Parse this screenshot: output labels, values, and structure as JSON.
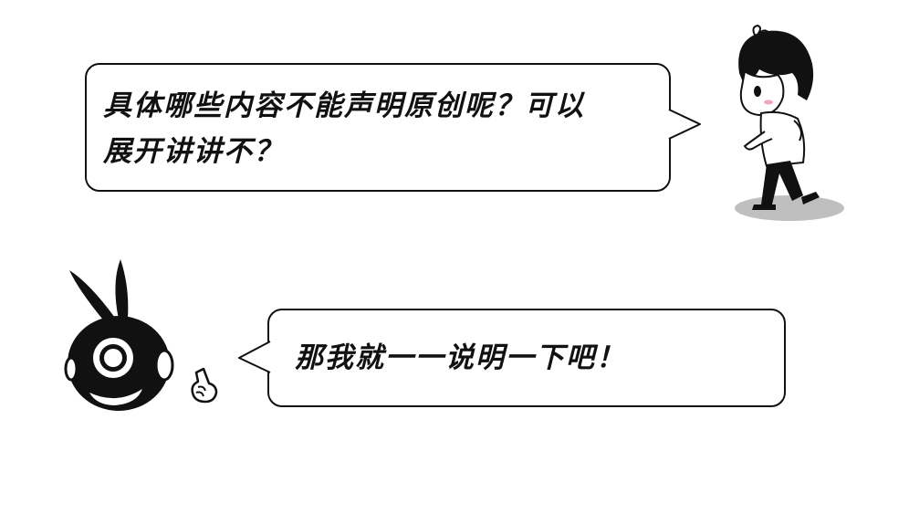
{
  "dialog": {
    "question": {
      "speaker": "girl",
      "text": "具体哪些内容不能声明原创呢？可以\n展开讲讲不？"
    },
    "answer": {
      "speaker": "mascot",
      "text": "那我就一一说明一下吧！"
    }
  },
  "colors": {
    "ink": "#111111",
    "background": "#ffffff",
    "shadow": "#bfbfbf",
    "cheek": "#f4a6b8"
  },
  "icons": [
    "girl-character-icon",
    "mascot-character-icon",
    "pointing-hand-icon"
  ]
}
